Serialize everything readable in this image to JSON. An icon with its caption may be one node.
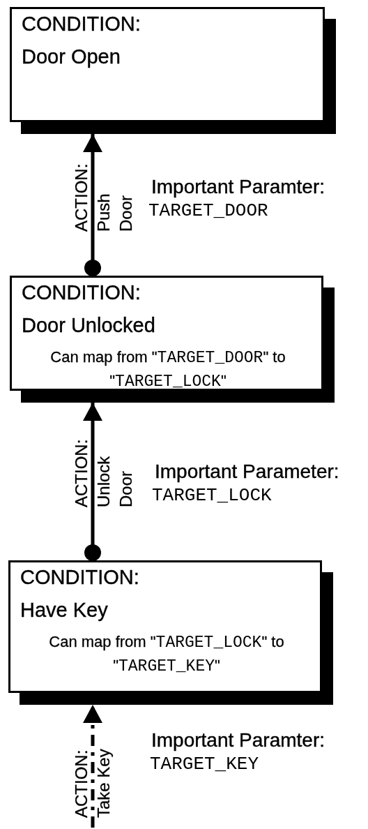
{
  "diagram": {
    "nodes": [
      {
        "text": [
          "CONDITION:",
          "Door Open"
        ]
      },
      {
        "text": [
          "CONDITION:",
          "Door Unlocked",
          "Can map from \"TARGET_DOOR\" to \"TARGET_LOCK\""
        ]
      },
      {
        "text": [
          "CONDITION:",
          "Have Key",
          "Can map from \"TARGET_LOCK\" to \"TARGET_KEY\""
        ]
      }
    ],
    "edges": [
      {
        "from": 1,
        "to": 0,
        "arrow": "to",
        "label": "ACTION: Push Door"
      },
      {
        "from": 2,
        "to": 1,
        "arrow": "to",
        "label": "ACTION: Unlock Door"
      },
      {
        "from": null,
        "to": 2,
        "arrow": "to",
        "style": "dashed",
        "label": "ACTION: Take Key"
      }
    ],
    "labels": [
      "Important Paramter:",
      "TARGET_DOOR",
      "Important Parameter:",
      "TARGET_LOCK",
      "Important Paramter:",
      "TARGET_KEY"
    ]
  }
}
